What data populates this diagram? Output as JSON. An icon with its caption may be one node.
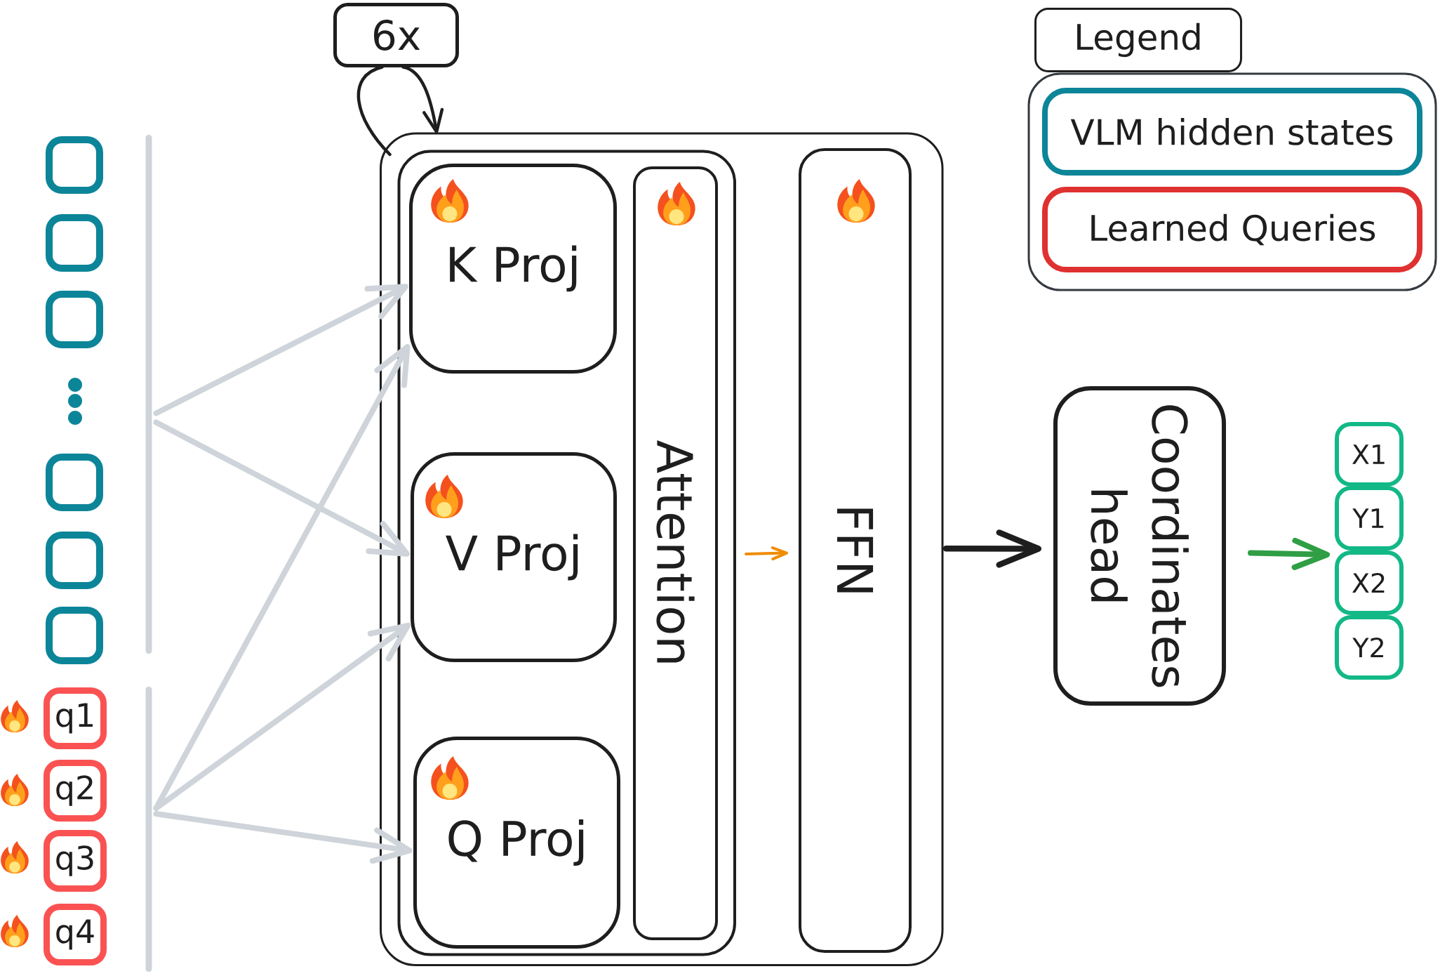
{
  "diagram": {
    "nodes": [
      {
        "text": [
          "6x"
        ]
      },
      {
        "text": [],
        "shape": "box"
      },
      {
        "text": [],
        "shape": "box"
      },
      {
        "text": [],
        "shape": "box"
      },
      {
        "text": [],
        "shape": "box"
      },
      {
        "text": [],
        "shape": "box"
      },
      {
        "text": [],
        "shape": "box"
      },
      {
        "text": [],
        "shape": "bar"
      },
      {
        "text": [
          "q1"
        ]
      },
      {
        "text": [
          "q2"
        ]
      },
      {
        "text": [
          "q3"
        ]
      },
      {
        "text": [
          "q4"
        ]
      },
      {
        "text": [],
        "shape": "bar"
      },
      {
        "text": [],
        "shape": "box"
      },
      {
        "text": [],
        "shape": "box",
        "in": 13
      },
      {
        "text": [
          "K Proj"
        ],
        "in": 14
      },
      {
        "text": [
          "V Proj"
        ],
        "in": 14
      },
      {
        "text": [
          "Q Proj"
        ],
        "in": 14
      },
      {
        "text": [
          "Attention"
        ],
        "in": 14
      },
      {
        "text": [
          "FFN"
        ],
        "in": 13
      },
      {
        "text": [
          "Coordinates head"
        ]
      },
      {
        "text": [
          "X1"
        ]
      },
      {
        "text": [
          "Y1"
        ]
      },
      {
        "text": [
          "X2"
        ]
      },
      {
        "text": [
          "Y2"
        ]
      }
    ],
    "edges": [
      {
        "from": 13,
        "to": 0,
        "arrow": "none",
        "color": "#1e1e1e"
      },
      {
        "from": 0,
        "to": 13,
        "arrow": "to",
        "color": "#1e1e1e"
      },
      {
        "from": 7,
        "to": 15,
        "arrow": "to"
      },
      {
        "from": 7,
        "to": 16,
        "arrow": "to"
      },
      {
        "from": 12,
        "to": 15,
        "arrow": "to"
      },
      {
        "from": 12,
        "to": 16,
        "arrow": "to"
      },
      {
        "from": 12,
        "to": 17,
        "arrow": "to"
      },
      {
        "from": 14,
        "to": 19,
        "arrow": "to",
        "color": "#f08c00"
      },
      {
        "from": 13,
        "to": 20,
        "arrow": "to",
        "color": "#1e1e1e"
      },
      {
        "from": 20,
        "to": 23,
        "arrow": "to",
        "color": "#2f9e44"
      }
    ],
    "labels": [
      "Legend"
    ],
    "legend": [
      {
        "text": "VLM hidden states",
        "color": "#0c8599"
      },
      {
        "text": "Learned Queries",
        "color": "#e03131"
      }
    ]
  }
}
